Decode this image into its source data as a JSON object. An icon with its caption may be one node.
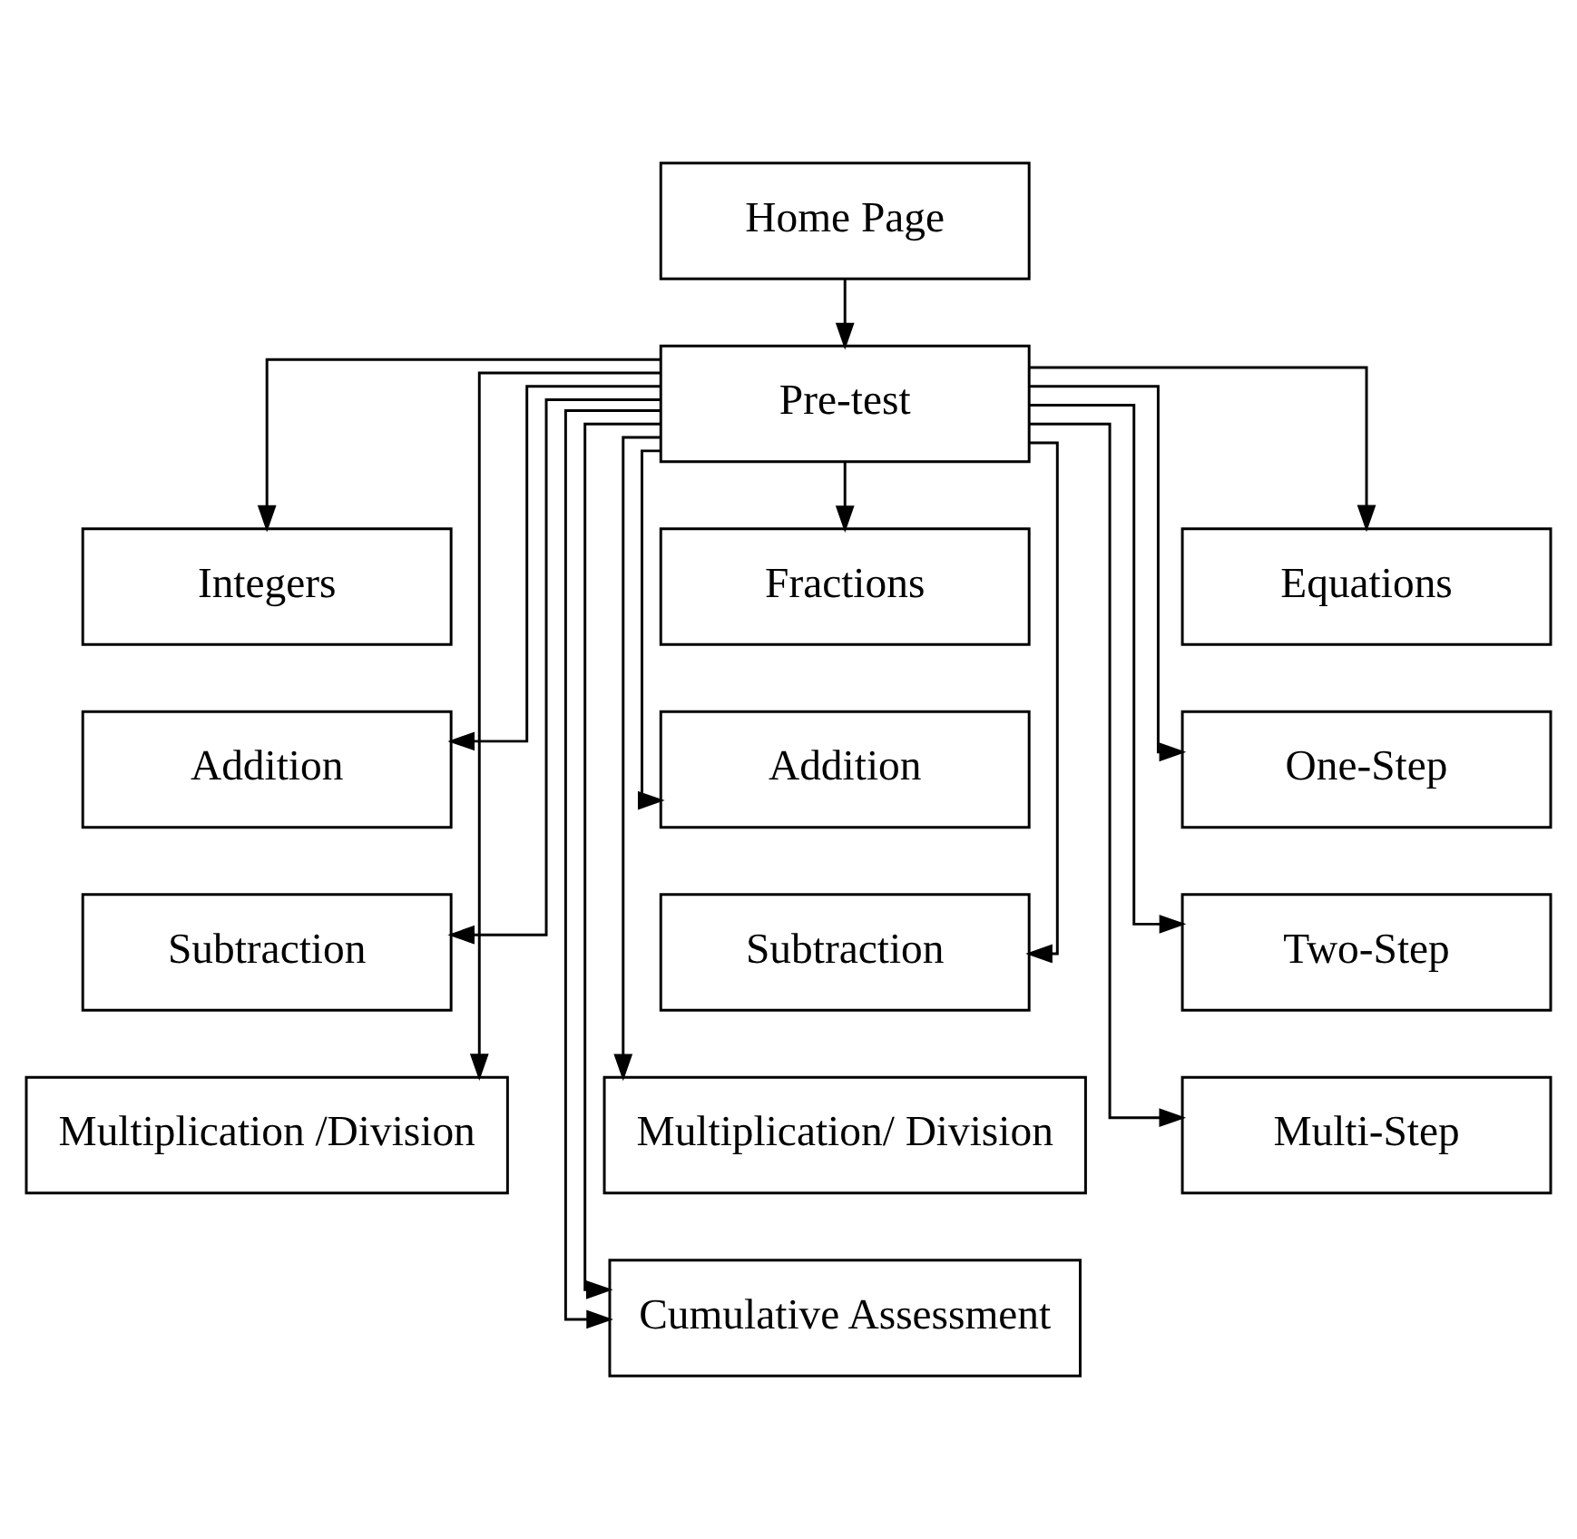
{
  "diagram": {
    "nodes": [
      {
        "text": [
          "Home Page"
        ]
      },
      {
        "text": [
          "Pre-test"
        ]
      },
      {
        "text": [
          "Integers"
        ]
      },
      {
        "text": [
          "Fractions"
        ]
      },
      {
        "text": [
          "Equations"
        ]
      },
      {
        "text": [
          "Addition"
        ]
      },
      {
        "text": [
          "Addition"
        ]
      },
      {
        "text": [
          "One-Step"
        ]
      },
      {
        "text": [
          "Subtraction"
        ]
      },
      {
        "text": [
          "Subtraction"
        ]
      },
      {
        "text": [
          "Two-Step"
        ]
      },
      {
        "text": [
          "Multiplication /Division"
        ]
      },
      {
        "text": [
          "Multiplication/ Division"
        ]
      },
      {
        "text": [
          "Multi-Step"
        ]
      },
      {
        "text": [
          "Cumulative Assessment"
        ]
      }
    ],
    "edges": [
      {
        "from": 0,
        "to": 1,
        "arrow": "to"
      },
      {
        "from": 1,
        "to": 2,
        "arrow": "to"
      },
      {
        "from": 1,
        "to": 5,
        "arrow": "to"
      },
      {
        "from": 1,
        "to": 8,
        "arrow": "to"
      },
      {
        "from": 1,
        "to": 11,
        "arrow": "to"
      },
      {
        "from": 1,
        "to": 14,
        "arrow": "to"
      },
      {
        "from": 1,
        "to": 3,
        "arrow": "to"
      },
      {
        "from": 1,
        "to": 6,
        "arrow": "to"
      },
      {
        "from": 1,
        "to": 9,
        "arrow": "to"
      },
      {
        "from": 1,
        "to": 12,
        "arrow": "to"
      },
      {
        "from": 1,
        "to": 4,
        "arrow": "to"
      },
      {
        "from": 1,
        "to": 7,
        "arrow": "to"
      },
      {
        "from": 1,
        "to": 10,
        "arrow": "to"
      },
      {
        "from": 1,
        "to": 13,
        "arrow": "to"
      },
      {
        "from": 1,
        "to": 14,
        "arrow": "to"
      }
    ]
  }
}
